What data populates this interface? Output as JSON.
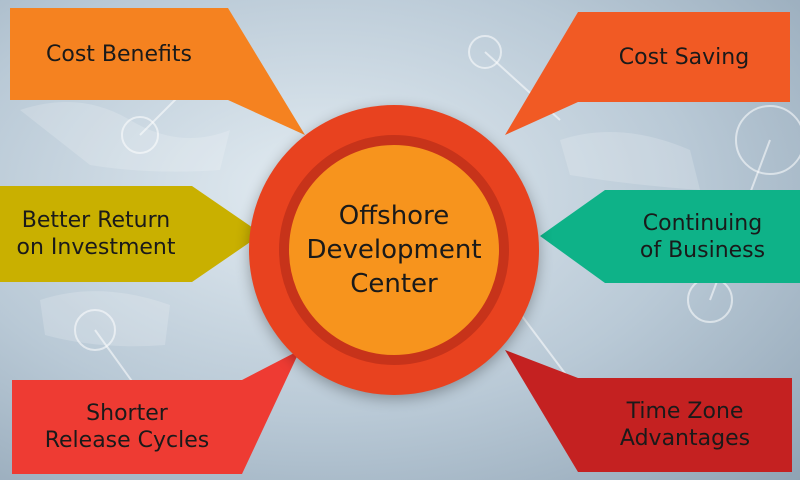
{
  "hub": {
    "line1": "Offshore",
    "line2": "Development",
    "line3": "Center"
  },
  "nodes": {
    "cost_benefits": "Cost Benefits",
    "cost_saving": "Cost Saving",
    "better_return": {
      "line1": "Better Return",
      "line2": "on Investment"
    },
    "continuing": {
      "line1": "Continuing",
      "line2": "of Business"
    },
    "shorter": {
      "line1": "Shorter",
      "line2": "Release Cycles"
    },
    "time_zone": {
      "line1": "Time Zone",
      "line2": "Advantages"
    }
  },
  "colors": {
    "cost_benefits": "#f58220",
    "cost_saving": "#f15a24",
    "better_return": "#c9b000",
    "continuing": "#0eb288",
    "shorter": "#ee3b33",
    "time_zone": "#c42121",
    "hub_outer": "#e8421f",
    "hub_inner": "#f7941d"
  }
}
